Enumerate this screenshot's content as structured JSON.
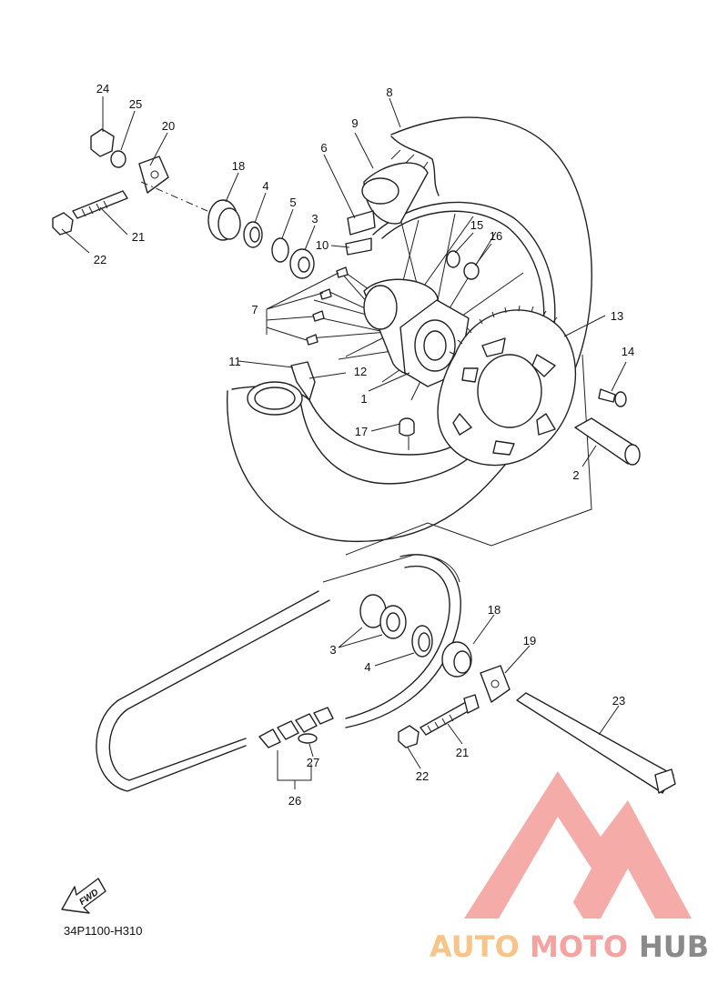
{
  "diagram": {
    "code": "34P1100-H310",
    "fwd_label": "FWD",
    "callouts": [
      {
        "id": "c24",
        "label": "24"
      },
      {
        "id": "c25",
        "label": "25"
      },
      {
        "id": "c20",
        "label": "20"
      },
      {
        "id": "c18a",
        "label": "18"
      },
      {
        "id": "c4a",
        "label": "4"
      },
      {
        "id": "c5",
        "label": "5"
      },
      {
        "id": "c3a",
        "label": "3"
      },
      {
        "id": "c9",
        "label": "9"
      },
      {
        "id": "c8",
        "label": "8"
      },
      {
        "id": "c6",
        "label": "6"
      },
      {
        "id": "c10",
        "label": "10"
      },
      {
        "id": "c15",
        "label": "15"
      },
      {
        "id": "c16",
        "label": "16"
      },
      {
        "id": "c21a",
        "label": "21"
      },
      {
        "id": "c22a",
        "label": "22"
      },
      {
        "id": "c7",
        "label": "7"
      },
      {
        "id": "c13",
        "label": "13"
      },
      {
        "id": "c14",
        "label": "14"
      },
      {
        "id": "c11",
        "label": "11"
      },
      {
        "id": "c12",
        "label": "12"
      },
      {
        "id": "c1",
        "label": "1"
      },
      {
        "id": "c17",
        "label": "17"
      },
      {
        "id": "c2",
        "label": "2"
      },
      {
        "id": "c18b",
        "label": "18"
      },
      {
        "id": "c3b",
        "label": "3"
      },
      {
        "id": "c19",
        "label": "19"
      },
      {
        "id": "c4b",
        "label": "4"
      },
      {
        "id": "c23",
        "label": "23"
      },
      {
        "id": "c21b",
        "label": "21"
      },
      {
        "id": "c27",
        "label": "27"
      },
      {
        "id": "c22b",
        "label": "22"
      },
      {
        "id": "c26",
        "label": "26"
      }
    ]
  },
  "watermark": {
    "word_part1": "AUTO",
    "word_part2": "MOTO",
    "word_part3": "HUB",
    "color_primary": "#f4a3a0",
    "color_secondary": "#f7c58a",
    "color_dark": "#8a8a8a"
  }
}
